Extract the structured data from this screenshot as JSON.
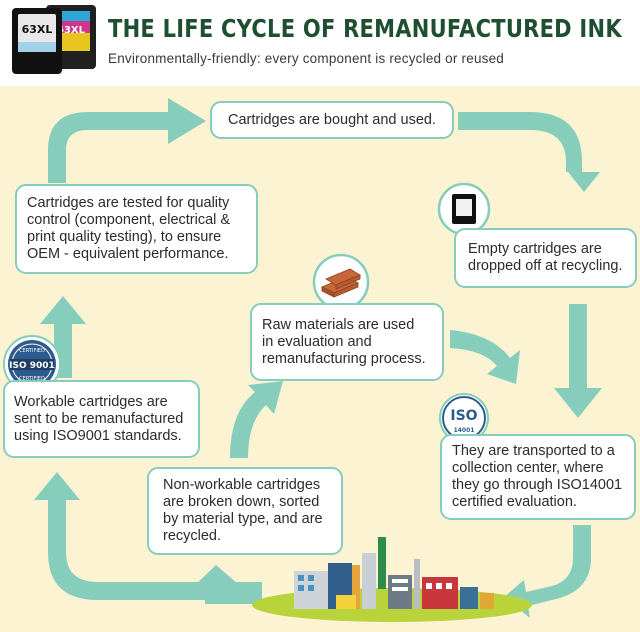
{
  "header": {
    "title": "THE LIFE CYCLE OF REMANUFACTURED INK",
    "subtitle": "Environmentally-friendly: every component is recycled or reused",
    "product_label_black": "63XL",
    "product_label_color": "63XL"
  },
  "steps": {
    "bought": "Cartridges are bought and used.",
    "dropped": "Empty cartridges are\ndropped off at recycling.",
    "transported": "They are transported to a\ncollection center, where\nthey go through ISO14001\ncertified evaluation.",
    "raw": "Raw materials are used\nin evaluation and\nremanufacturing process.",
    "nonworkable": "Non-workable cartridges\nare broken down, sorted\nby material type, and are\nrecycled.",
    "workable": "Workable cartridges are\nsent to be remanufactured\nusing ISO9001 standards.",
    "tested": "Cartridges are tested for quality\ncontrol (component, electrical &\nprint quality testing), to ensure\nOEM - equivalent performance."
  },
  "badges": {
    "iso9001": {
      "top": "CERTIFIED",
      "main": "ISO 9001",
      "bottom": "CERTIFIED"
    },
    "iso14001": {
      "main": "ISO",
      "sub": "14001"
    }
  },
  "colors": {
    "title": "#1e4f31",
    "background": "#fbf3d2",
    "arrow": "#86cdbc",
    "box_border": "#86cdbc",
    "ground": "#b9d33a"
  },
  "icons": [
    "ink-cartridges-product-icon",
    "cartridge-icon",
    "lumber-icon",
    "iso9001-badge-icon",
    "iso14001-badge-icon",
    "factory-illustration-icon"
  ]
}
